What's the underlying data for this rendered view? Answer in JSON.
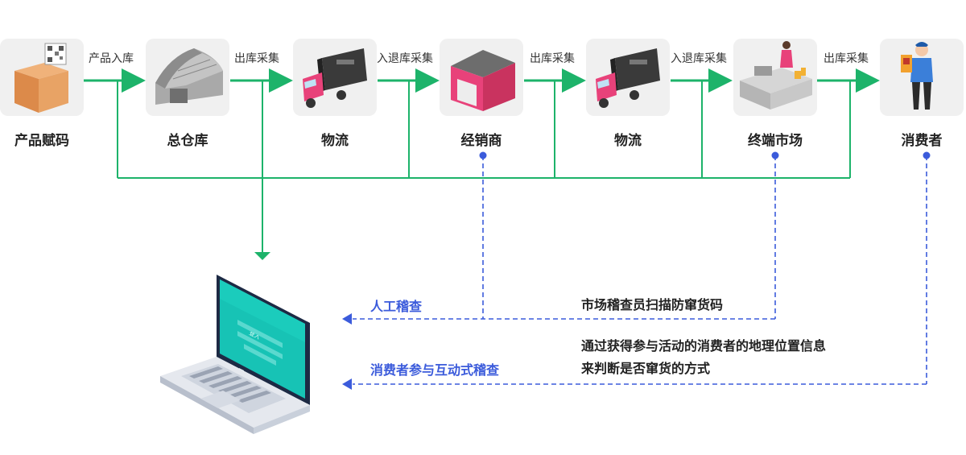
{
  "nodes": [
    {
      "label": "产品赋码",
      "icon": "product-box-icon"
    },
    {
      "label": "总仓库",
      "icon": "warehouse-icon"
    },
    {
      "label": "物流",
      "icon": "truck-icon"
    },
    {
      "label": "经销商",
      "icon": "dealer-building-icon"
    },
    {
      "label": "物流",
      "icon": "truck-icon"
    },
    {
      "label": "终端市场",
      "icon": "market-counter-icon"
    },
    {
      "label": "消费者",
      "icon": "consumer-person-icon"
    }
  ],
  "edges": [
    {
      "label": "产品入库"
    },
    {
      "label": "出库采集"
    },
    {
      "label": "入退库采集"
    },
    {
      "label": "出库采集"
    },
    {
      "label": "入退库采集"
    },
    {
      "label": "出库采集"
    }
  ],
  "checks": {
    "manual_label": "人工稽查",
    "manual_desc": "市场稽查员扫描防窜货码",
    "interactive_label": "消费者参与互动式稽查",
    "interactive_desc_line1": "通过获得参与活动的消费者的地理位置信息",
    "interactive_desc_line2": "来判断是否窜货的方式"
  },
  "laptop": {
    "screen_text": "登入"
  },
  "colors": {
    "green": "#1db36a",
    "blue": "#3b5bdb",
    "tile": "#f0f0f0"
  }
}
